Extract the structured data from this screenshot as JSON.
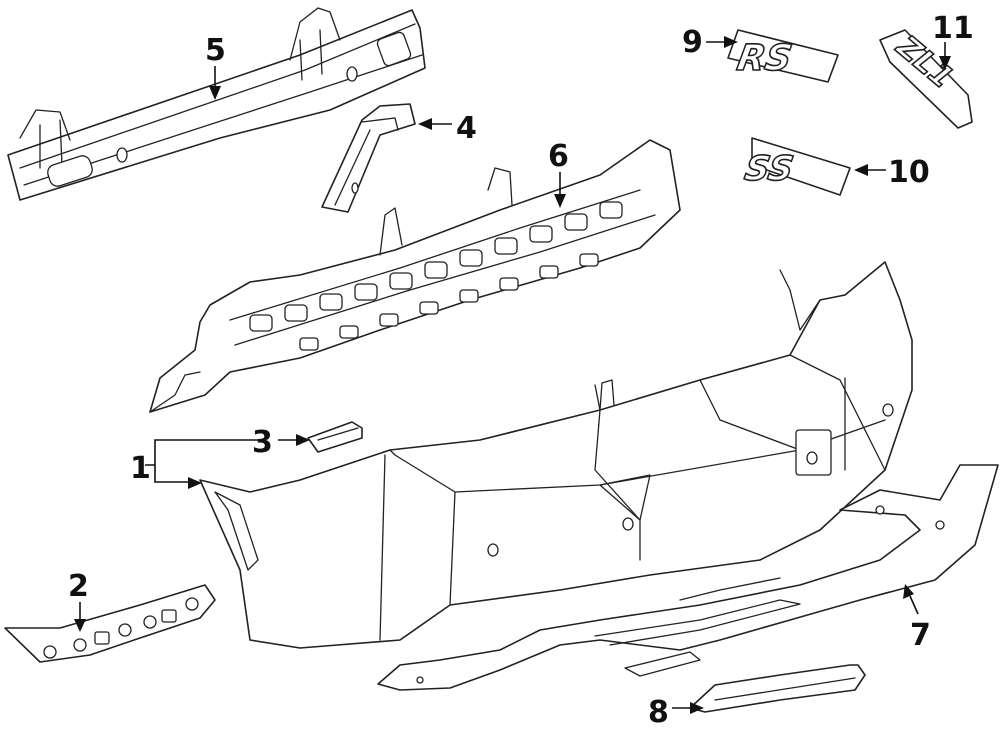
{
  "callouts": {
    "c1": "1",
    "c2": "2",
    "c3": "3",
    "c4": "4",
    "c5": "5",
    "c6": "6",
    "c7": "7",
    "c8": "8",
    "c9": "9",
    "c10": "10",
    "c11": "11"
  },
  "badges": {
    "rs": "RS",
    "ss": "SS",
    "zl": "ZL1"
  }
}
